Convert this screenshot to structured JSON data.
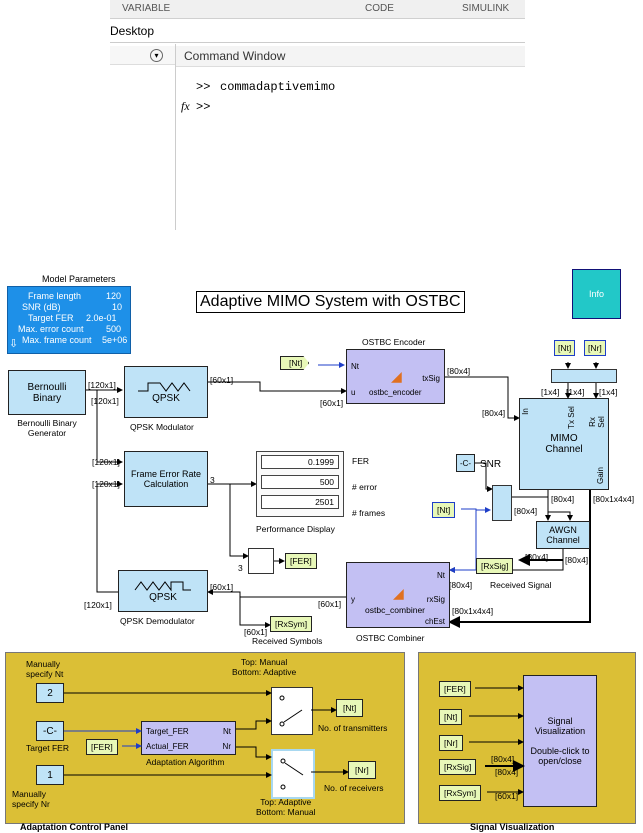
{
  "toolstrip": {
    "tabs": [
      "VARIABLE",
      "CODE",
      "SIMULINK"
    ]
  },
  "folder_title": "Desktop",
  "command_window": {
    "title": "Command Window",
    "command_prompt": ">>",
    "command": "commadaptivemimo",
    "fx_symbol": "fx",
    "prompt": ">>"
  },
  "model": {
    "title": "Adaptive MIMO System with OSTBC",
    "info_label": "Info",
    "params_block": {
      "title": "Model Parameters",
      "rows": [
        {
          "label": "Frame length",
          "value": "120"
        },
        {
          "label": "SNR (dB)",
          "value": "10"
        },
        {
          "label": "Target FER",
          "value": "2.0e-01"
        },
        {
          "label": "Max. error count",
          "value": "500"
        },
        {
          "label": "Max. frame count",
          "value": "5e+06"
        }
      ]
    },
    "bernoulli": {
      "label": "Bernoulli\nBinary",
      "caption": "Bernoulli Binary\nGenerator"
    },
    "qpsk_mod": {
      "label": "QPSK",
      "caption": "QPSK Modulator"
    },
    "qpsk_demod": {
      "label": "QPSK",
      "caption": "QPSK Demodulator"
    },
    "fer_calc": {
      "label": "Frame Error Rate\nCalculation"
    },
    "perf_display": {
      "caption": "Performance Display",
      "values": [
        "0.1999",
        "500",
        "2501"
      ],
      "labels": [
        "FER",
        "# error",
        "# frames"
      ]
    },
    "ostbc_encoder": {
      "title": "OSTBC Encoder",
      "fn": "ostbc_encoder",
      "in_nt": "Nt",
      "in_u": "u",
      "out": "txSig"
    },
    "ostbc_combiner": {
      "caption": "OSTBC Combiner",
      "fn": "ostbc_combiner",
      "in_nt": "Nt",
      "in_rx": "rxSig",
      "in_chest": "chEst",
      "out": "y"
    },
    "mimo": {
      "label": "MIMO\nChannel",
      "ports": [
        "In",
        "Tx Sel",
        "Rx Sel",
        "Gain"
      ]
    },
    "awgn": {
      "label": "AWGN\nChannel"
    },
    "snr": {
      "const": "-C-",
      "label": "SNR"
    },
    "tags": {
      "nt": "[Nt]",
      "nr": "[Nr]",
      "fer": "[FER]",
      "rxsig": "[RxSig]",
      "rxsym": "[RxSym]",
      "received_signal": "Received Signal",
      "received_symbols": "Received Symbols"
    },
    "dims": {
      "d120": "[120x1]",
      "d60": "[60x1]",
      "d80x4": "[80x4]",
      "d1x4": "[1x4]",
      "d80x1x4x4": "[80x1x4x4]",
      "three": "3"
    }
  },
  "adaptation_panel": {
    "caption": "Adaptation Control Panel",
    "manual_nt": "Manually\nspecify Nt",
    "manual_nr": "Manually\nspecify Nr",
    "const_nt": "2",
    "const_target": "-C-",
    "const_nr": "1",
    "target_label": "Target FER",
    "fer_tag": "[FER]",
    "algo_in1": "Target_FER",
    "algo_in2": "Actual_FER",
    "algo_out1": "Nt",
    "algo_out2": "Nr",
    "algo_caption": "Adaptation Algorithm",
    "switch_top": "Top: Manual\nBottom: Adaptive",
    "switch_bottom": "Top: Adaptive\nBottom: Manual",
    "out_nt": "[Nt]",
    "out_nr": "[Nr]",
    "num_tx": "No. of transmitters",
    "num_rx": "No. of receivers"
  },
  "signal_panel": {
    "caption": "Signal Visualization",
    "tags": [
      "[FER]",
      "[Nt]",
      "[Nr]",
      "[RxSig]",
      "[RxSym]"
    ],
    "block": "Signal\nVisualization\n\nDouble-click to\nopen/close",
    "dims": [
      "[80x4]",
      "[80x4]",
      "[60x1]"
    ]
  }
}
